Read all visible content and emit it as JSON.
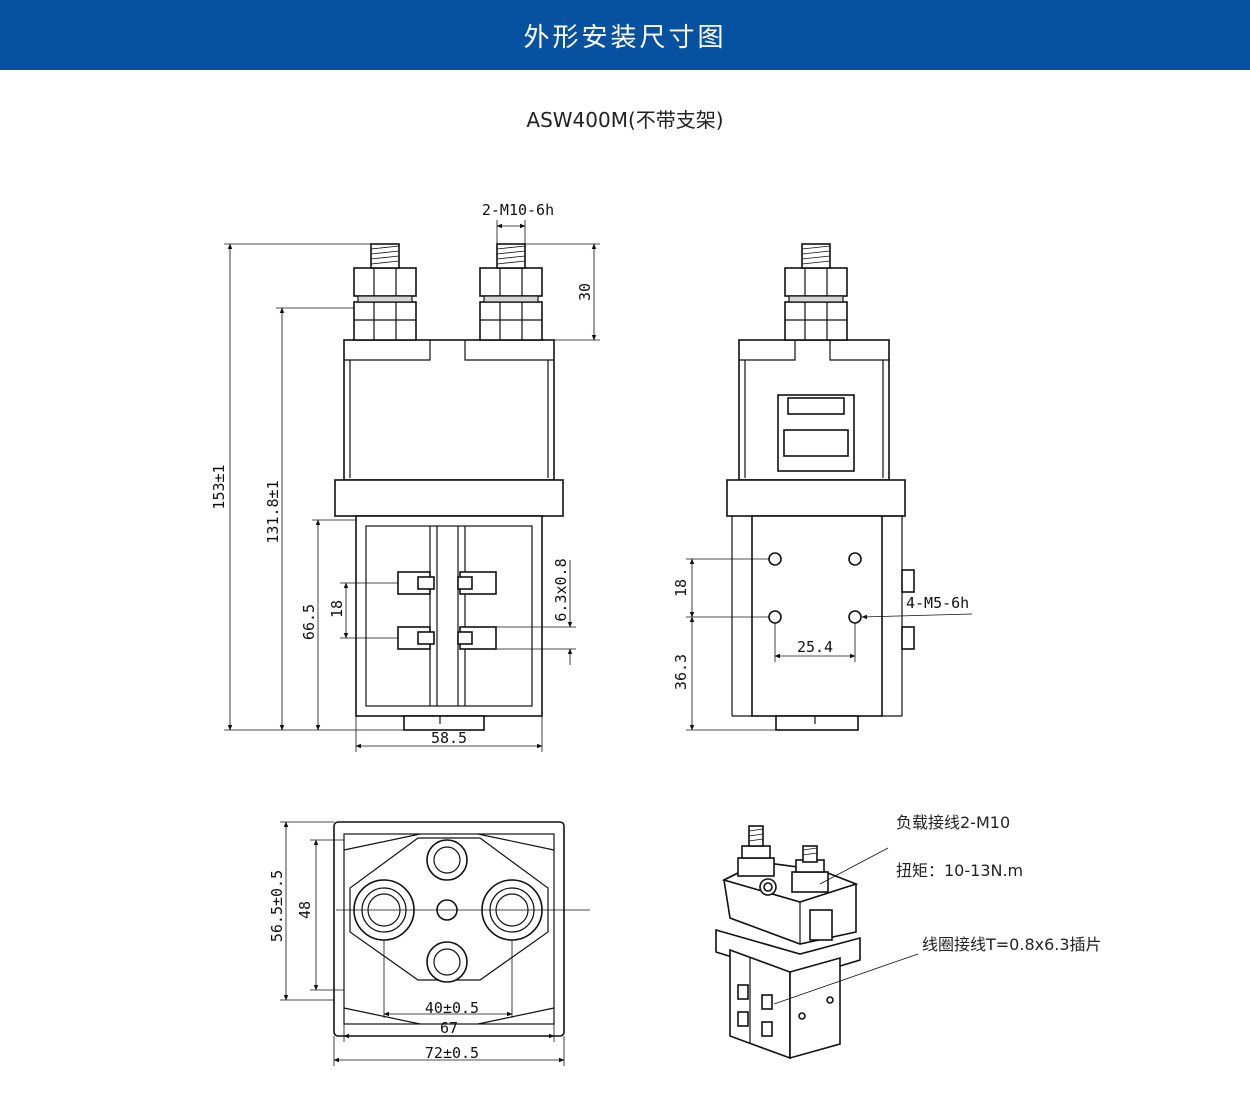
{
  "header": {
    "title": "外形安装尺寸图"
  },
  "model": {
    "title": "ASW400M(不带支架)"
  },
  "front_view": {
    "thread_label": "2-M10-6h",
    "dim_height_total": "153±1",
    "dim_height_body": "131.8±1",
    "dim_coil_height": "66.5",
    "dim_tab_spacing": "18",
    "dim_tab_size": "6.3x0.8",
    "dim_terminal_height": "30",
    "dim_width": "58.5"
  },
  "side_view": {
    "dim_hole_spacing_v": "18",
    "dim_hole_base": "36.3",
    "hole_label": "4-M5-6h",
    "dim_hole_spacing_h": "25.4"
  },
  "top_view": {
    "dim_outer_height": "56.5±0.5",
    "dim_inner_height": "48",
    "dim_terminal_spacing": "40±0.5",
    "dim_inner_width": "67",
    "dim_outer_width": "72±0.5"
  },
  "iso_notes": {
    "load_wiring": "负载接线2-M10",
    "torque": "扭矩：10-13N.m",
    "coil_wiring": "线圈接线T=0.8x6.3插片"
  }
}
